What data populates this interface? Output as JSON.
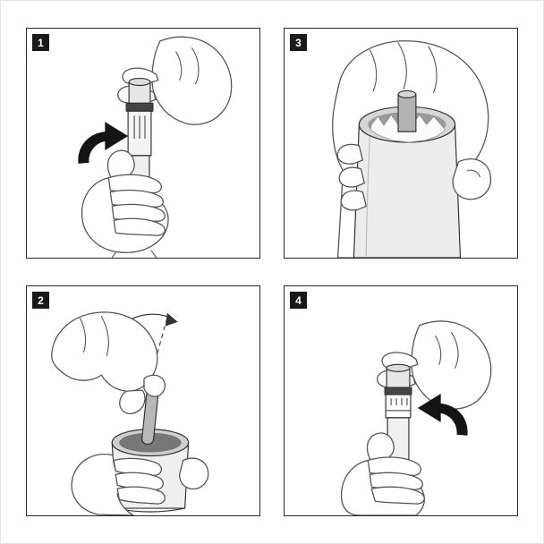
{
  "panels": [
    {
      "step": "1",
      "icon": "rotate-right-arrow",
      "illustration": "hands-twisting-pen-device"
    },
    {
      "step": "3",
      "icon": "none",
      "illustration": "hand-holding-open-tube-with-rod-inside"
    },
    {
      "step": "2",
      "icon": "swing-arrow-dashed",
      "illustration": "hand-inserting-rod-into-tube"
    },
    {
      "step": "4",
      "icon": "rotate-left-arrow",
      "illustration": "hands-twisting-pen-device-back"
    }
  ],
  "colors": {
    "panel_border": "#2b2b2b",
    "badge_bg": "#1a1a1a",
    "badge_text": "#ffffff",
    "line": "#333333",
    "hand_line": "#555555",
    "arrow_fill": "#141414",
    "shade": "#d9d9d9"
  }
}
